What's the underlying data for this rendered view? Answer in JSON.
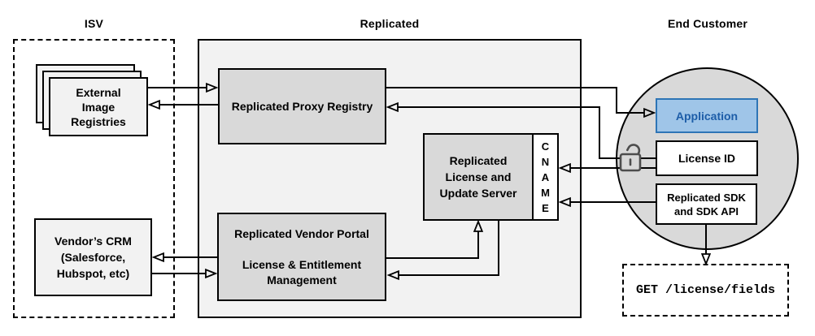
{
  "sections": {
    "isv": {
      "label": "ISV"
    },
    "replicated": {
      "label": "Replicated"
    },
    "end_customer": {
      "label": "End Customer"
    }
  },
  "nodes": {
    "external_registries": {
      "label": "External\nImage\nRegistries"
    },
    "proxy_registry": {
      "label": "Replicated Proxy Registry"
    },
    "license_server": {
      "label": "Replicated\nLicense and\nUpdate Server"
    },
    "cname": {
      "label": "CNAME"
    },
    "vendor_portal": {
      "label": "Replicated Vendor Portal\n\nLicense & Entitlement\nManagement"
    },
    "vendor_crm": {
      "label": "Vendor’s CRM\n(Salesforce,\nHubspot, etc)"
    },
    "application": {
      "label": "Application"
    },
    "license_id": {
      "label": "License ID"
    },
    "sdk": {
      "label": "Replicated SDK\nand SDK API"
    },
    "get_request": {
      "label": "GET /license/fields"
    }
  },
  "icons": {
    "lock": "open-padlock-icon"
  },
  "colors": {
    "background": "#ffffff",
    "container_fill": "#f2f2f2",
    "node_fill_gray": "#d9d9d9",
    "node_fill_light": "#f2f2f2",
    "circle_fill": "#d9d9d9",
    "stroke": "#000000",
    "application_fill": "#9fc5e8",
    "application_stroke": "#2e75b6",
    "application_text": "#1d5da8",
    "lock_icon": "#4d4d4d"
  },
  "connections": [
    {
      "from": "external-image-registries",
      "to": "replicated-proxy-registry"
    },
    {
      "from": "replicated-proxy-registry",
      "to": "external-image-registries"
    },
    {
      "from": "vendor-portal",
      "to": "vendors-crm"
    },
    {
      "from": "vendors-crm",
      "to": "vendor-portal"
    },
    {
      "from": "vendor-portal",
      "to": "license-update-server"
    },
    {
      "from": "license-update-server",
      "to": "vendor-portal"
    },
    {
      "from": "replicated-proxy-registry",
      "to": "application"
    },
    {
      "from": "license-id",
      "to": "replicated-proxy-registry"
    },
    {
      "from": "license-id",
      "to": "cname"
    },
    {
      "from": "replicated-sdk",
      "to": "cname"
    },
    {
      "from": "replicated-sdk",
      "to": "get-license-fields"
    }
  ]
}
